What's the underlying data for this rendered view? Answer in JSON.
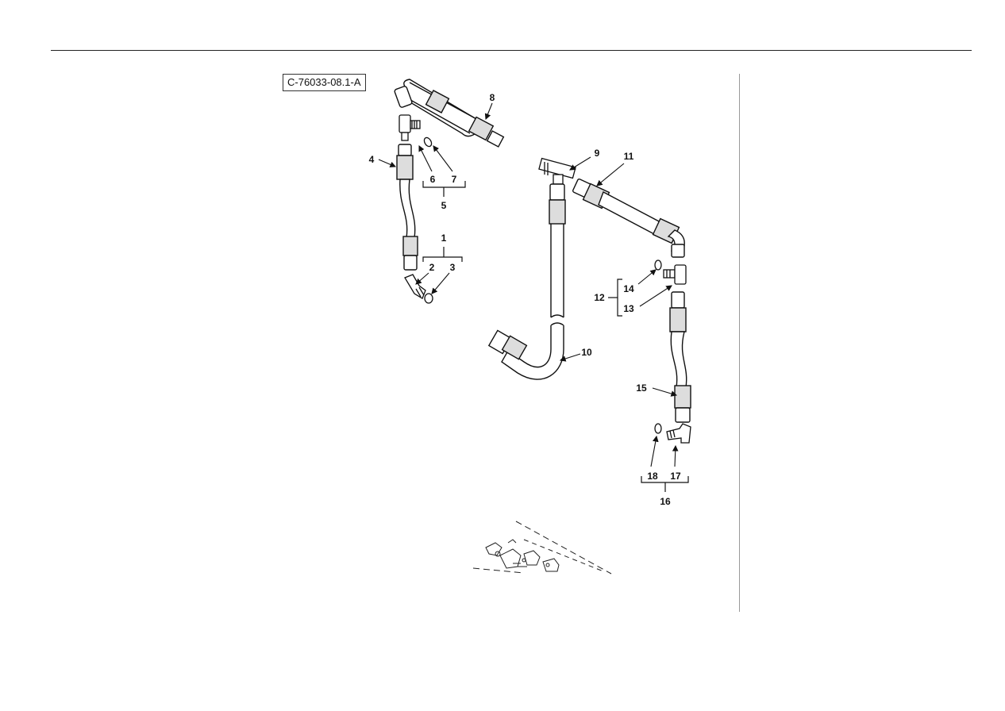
{
  "figure": {
    "ref": "C-76033-08.1-A"
  },
  "callouts": [
    {
      "id": "c1",
      "text": "1"
    },
    {
      "id": "c2",
      "text": "2"
    },
    {
      "id": "c3",
      "text": "3"
    },
    {
      "id": "c4",
      "text": "4"
    },
    {
      "id": "c5",
      "text": "5"
    },
    {
      "id": "c6",
      "text": "6"
    },
    {
      "id": "c7",
      "text": "7"
    },
    {
      "id": "c8",
      "text": "8"
    },
    {
      "id": "c9",
      "text": "9"
    },
    {
      "id": "c10",
      "text": "10"
    },
    {
      "id": "c11",
      "text": "11"
    },
    {
      "id": "c12",
      "text": "12"
    },
    {
      "id": "c13",
      "text": "13"
    },
    {
      "id": "c14",
      "text": "14"
    },
    {
      "id": "c15",
      "text": "15"
    },
    {
      "id": "c16",
      "text": "16"
    },
    {
      "id": "c17",
      "text": "17"
    },
    {
      "id": "c18",
      "text": "18"
    }
  ]
}
